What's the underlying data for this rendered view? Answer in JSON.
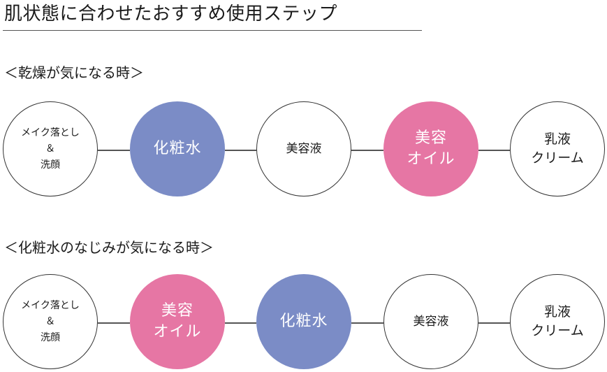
{
  "title": "肌状態に合わせたおすすめ使用ステップ",
  "sections": [
    {
      "label": "＜乾燥が気になる時＞",
      "steps": [
        {
          "lines": [
            "メイク落とし",
            "＆",
            "洗顔"
          ]
        },
        {
          "lines": [
            "化粧水"
          ]
        },
        {
          "lines": [
            "美容液"
          ]
        },
        {
          "lines": [
            "美容",
            "オイル"
          ]
        },
        {
          "lines": [
            "乳液",
            "クリーム"
          ]
        }
      ]
    },
    {
      "label": "＜化粧水のなじみが気になる時＞",
      "steps": [
        {
          "lines": [
            "メイク落とし",
            "＆",
            "洗顔"
          ]
        },
        {
          "lines": [
            "美容",
            "オイル"
          ]
        },
        {
          "lines": [
            "化粧水"
          ]
        },
        {
          "lines": [
            "美容液"
          ]
        },
        {
          "lines": [
            "乳液",
            "クリーム"
          ]
        }
      ]
    }
  ],
  "colors": {
    "lotion_circle": "#7b8cc6",
    "oil_circle": "#e676a4",
    "outline": "#333333"
  }
}
